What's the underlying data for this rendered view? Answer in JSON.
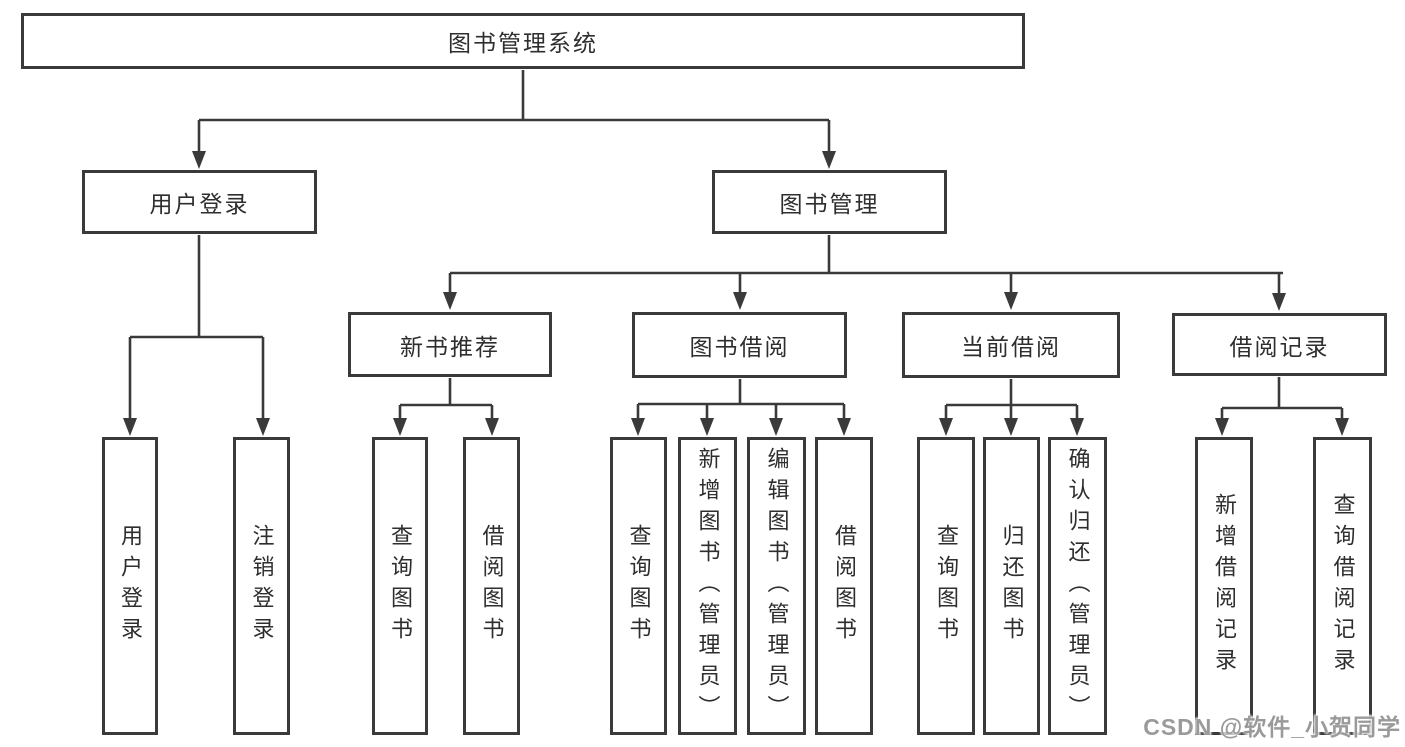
{
  "tree": {
    "root": {
      "label": "图书管理系统"
    },
    "level2": [
      {
        "label": "用户登录"
      },
      {
        "label": "图书管理"
      }
    ],
    "level3": [
      {
        "label": "新书推荐"
      },
      {
        "label": "图书借阅"
      },
      {
        "label": "当前借阅"
      },
      {
        "label": "借阅记录"
      }
    ],
    "leaves": {
      "user_login": [
        {
          "label": "用户登录"
        },
        {
          "label": "注销登录"
        }
      ],
      "new_book_rec": [
        {
          "label": "查询图书"
        },
        {
          "label": "借阅图书"
        }
      ],
      "book_borrow": [
        {
          "label": "查询图书"
        },
        {
          "label": "新增图书（管理员）"
        },
        {
          "label": "编辑图书（管理员）"
        },
        {
          "label": "借阅图书"
        }
      ],
      "current_borrow": [
        {
          "label": "查询图书"
        },
        {
          "label": "归还图书"
        },
        {
          "label": "确认归还（管理员）"
        }
      ],
      "borrow_records": [
        {
          "label": "新增借阅记录"
        },
        {
          "label": "查询借阅记录"
        }
      ]
    }
  },
  "watermark": {
    "text": "CSDN @软件_小贺同学"
  },
  "colors": {
    "line": "#3a3a3a",
    "text": "#2e2e2e",
    "watermark": "#9a9a9a",
    "background": "#ffffff"
  }
}
